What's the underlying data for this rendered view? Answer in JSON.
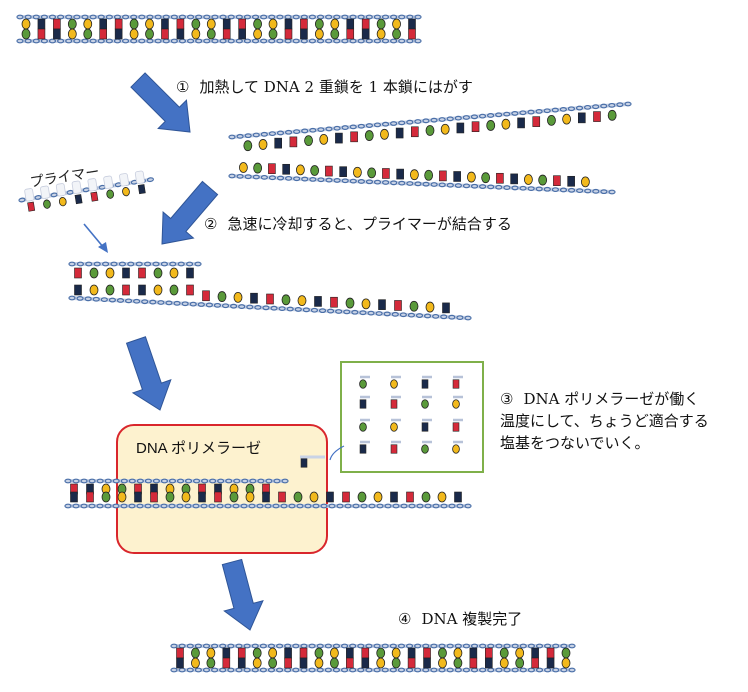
{
  "steps": [
    {
      "num": "①",
      "text": "加熱して DNA 2 重鎖を 1 本鎖にはがす"
    },
    {
      "num": "②",
      "text": "急速に冷却すると、プライマーが結合する"
    },
    {
      "num": "③",
      "text": "DNA ポリメラーゼが働く",
      "text2": "温度にして、ちょうど適合する",
      "text3": "塩基をつないでいく。"
    },
    {
      "num": "④",
      "text": "DNA 複製完了"
    }
  ],
  "labels": {
    "primer": "プライマー",
    "polymerase": "DNA ポリメラーゼ"
  },
  "colors": {
    "arrow": "#4472c4",
    "backbone": "#4a6fa8",
    "rail": "#c9d3e6",
    "base_yellow": "#f2b91c",
    "base_green": "#5a9a3a",
    "base_red": "#d42a3a",
    "base_navy": "#1a2a4a",
    "polymerase_fill": "#fdf2cf",
    "polymerase_border": "#d9262c",
    "pool_border": "#7fb04a"
  },
  "icons": [
    "arrow-icon",
    "base-icon",
    "primer-icon"
  ]
}
